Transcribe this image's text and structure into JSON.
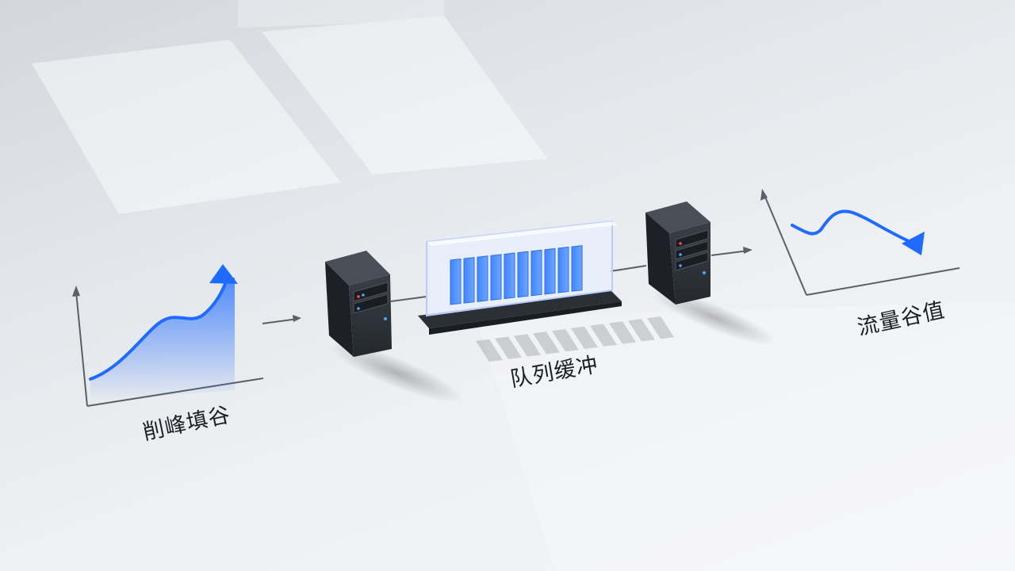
{
  "labels": {
    "left": "削峰填谷",
    "middle": "队列缓冲",
    "right": "流量谷值"
  },
  "colors": {
    "accent_blue": "#1f6bff",
    "server_dark": "#2b2f36",
    "text": "#1c1f24"
  },
  "icons": {
    "left_chart": "rising-trend-chart-icon",
    "right_chart": "falling-trend-chart-icon",
    "servers": "server-tower-icon",
    "queue": "message-queue-icon"
  },
  "queue": {
    "bar_count": 10
  }
}
